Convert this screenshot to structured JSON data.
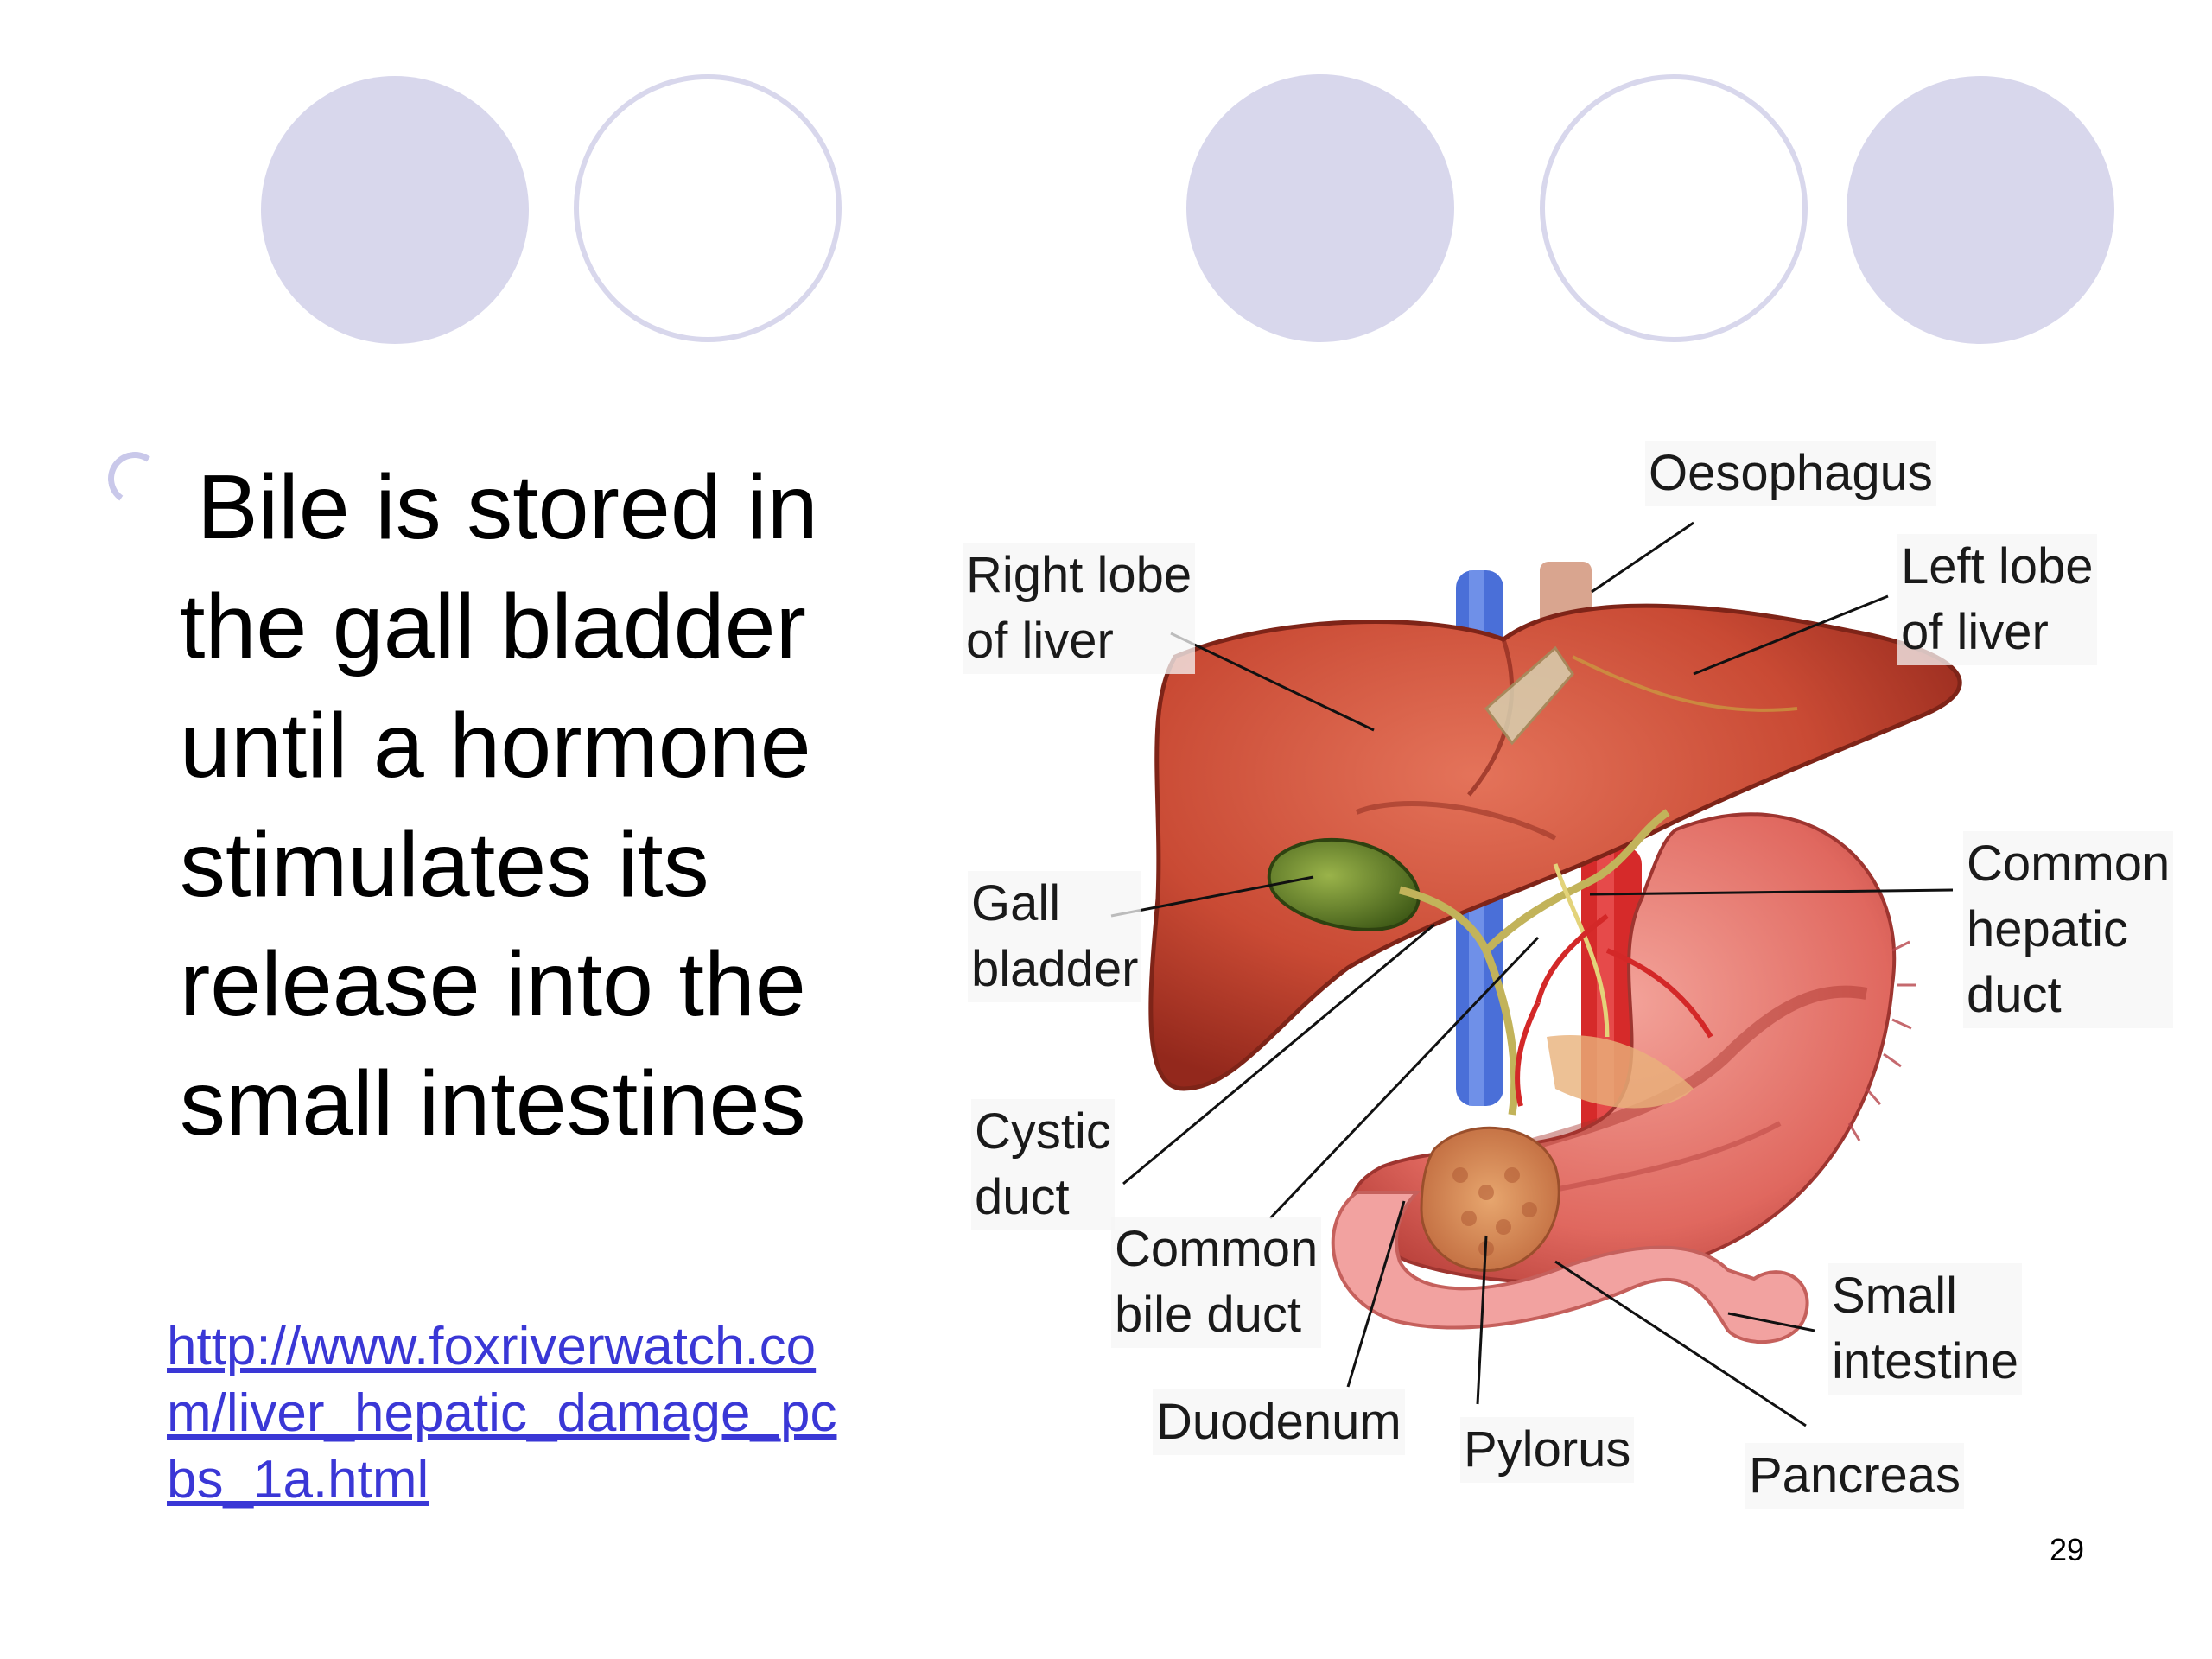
{
  "slide": {
    "body_text": "Bile is stored in the gall bladder until a hormone stimulates its release into the small intestines",
    "source_link": "http://www.foxriverwatch.com/liver_hepatic_damage_pcbs_1a.html",
    "page_number": "29",
    "decor_color": "#d8d7ec",
    "link_color": "#3a37d6"
  },
  "diagram": {
    "labels": {
      "oesophagus": "Oesophagus",
      "right_lobe": "Right lobe\nof liver",
      "left_lobe": "Left lobe\nof liver",
      "gall_bladder": "Gall\nbladder",
      "common_hepatic_duct": "Common\nhepatic\nduct",
      "cystic_duct": "Cystic\nduct",
      "common_bile_duct": "Common\nbile duct",
      "small_intestine": "Small\nintestine",
      "duodenum": "Duodenum",
      "pylorus": "Pylorus",
      "pancreas": "Pancreas"
    }
  }
}
